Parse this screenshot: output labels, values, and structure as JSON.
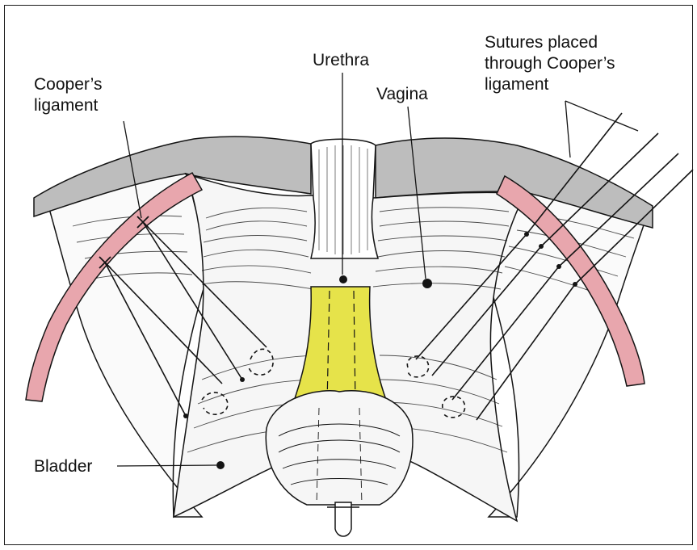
{
  "labels": {
    "urethra": "Urethra",
    "vagina": "Vagina",
    "coopers_line1": "Cooper’s",
    "coopers_line2": "ligament",
    "sutures_line1": "Sutures placed",
    "sutures_line2": "through Cooper’s",
    "sutures_line3": "ligament",
    "bladder": "Bladder"
  },
  "colors": {
    "ligament_band": "#bdbdbd",
    "coopers_ligament": "#e8a6ad",
    "urethra_highlight": "#e6e34a",
    "ink": "#141414"
  }
}
